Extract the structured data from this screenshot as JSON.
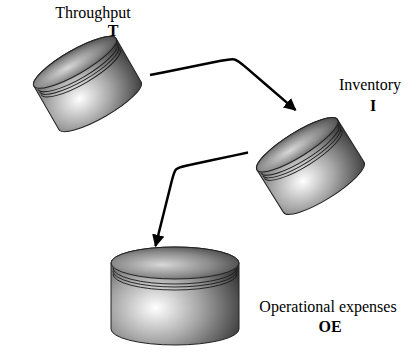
{
  "diagram": {
    "nodes": [
      {
        "text": [
          "Throughput",
          "T"
        ]
      },
      {
        "text": [
          "Inventory",
          "I"
        ]
      },
      {
        "text": [
          "Operational expenses",
          "OE"
        ]
      }
    ],
    "edges": [
      {
        "from": 0,
        "to": 1,
        "arrow": "to"
      },
      {
        "from": 1,
        "to": 2,
        "arrow": "to"
      }
    ]
  }
}
